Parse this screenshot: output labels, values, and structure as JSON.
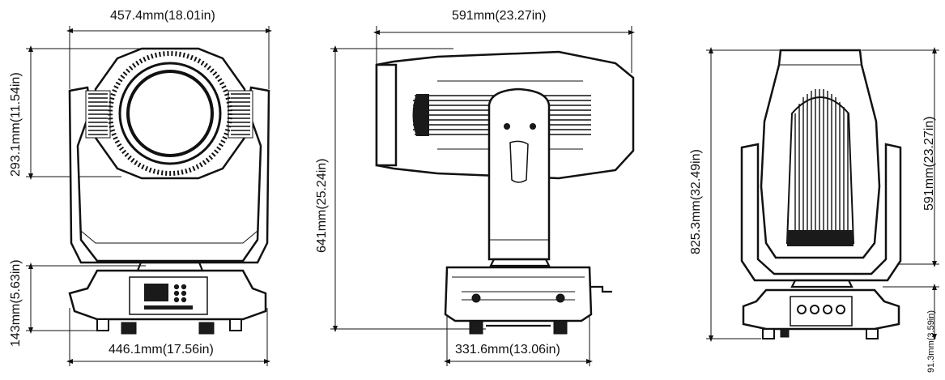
{
  "dimensions": {
    "front_top_width": "457.4mm(18.01in)",
    "front_head_height": "293.1mm(11.54in)",
    "front_base_height": "143mm(5.63in)",
    "front_base_width": "446.1mm(17.56in)",
    "side_top_width": "591mm(23.27in)",
    "side_total_height": "641mm(25.24in)",
    "side_base_width": "331.6mm(13.06in)",
    "back_total_height": "825.3mm(32.49in)",
    "back_head_height": "591mm(23.27in)",
    "back_base_height": "91.3mm(3.59in)"
  },
  "views": {
    "front": "front-view",
    "side": "side-view",
    "back": "back-view"
  }
}
